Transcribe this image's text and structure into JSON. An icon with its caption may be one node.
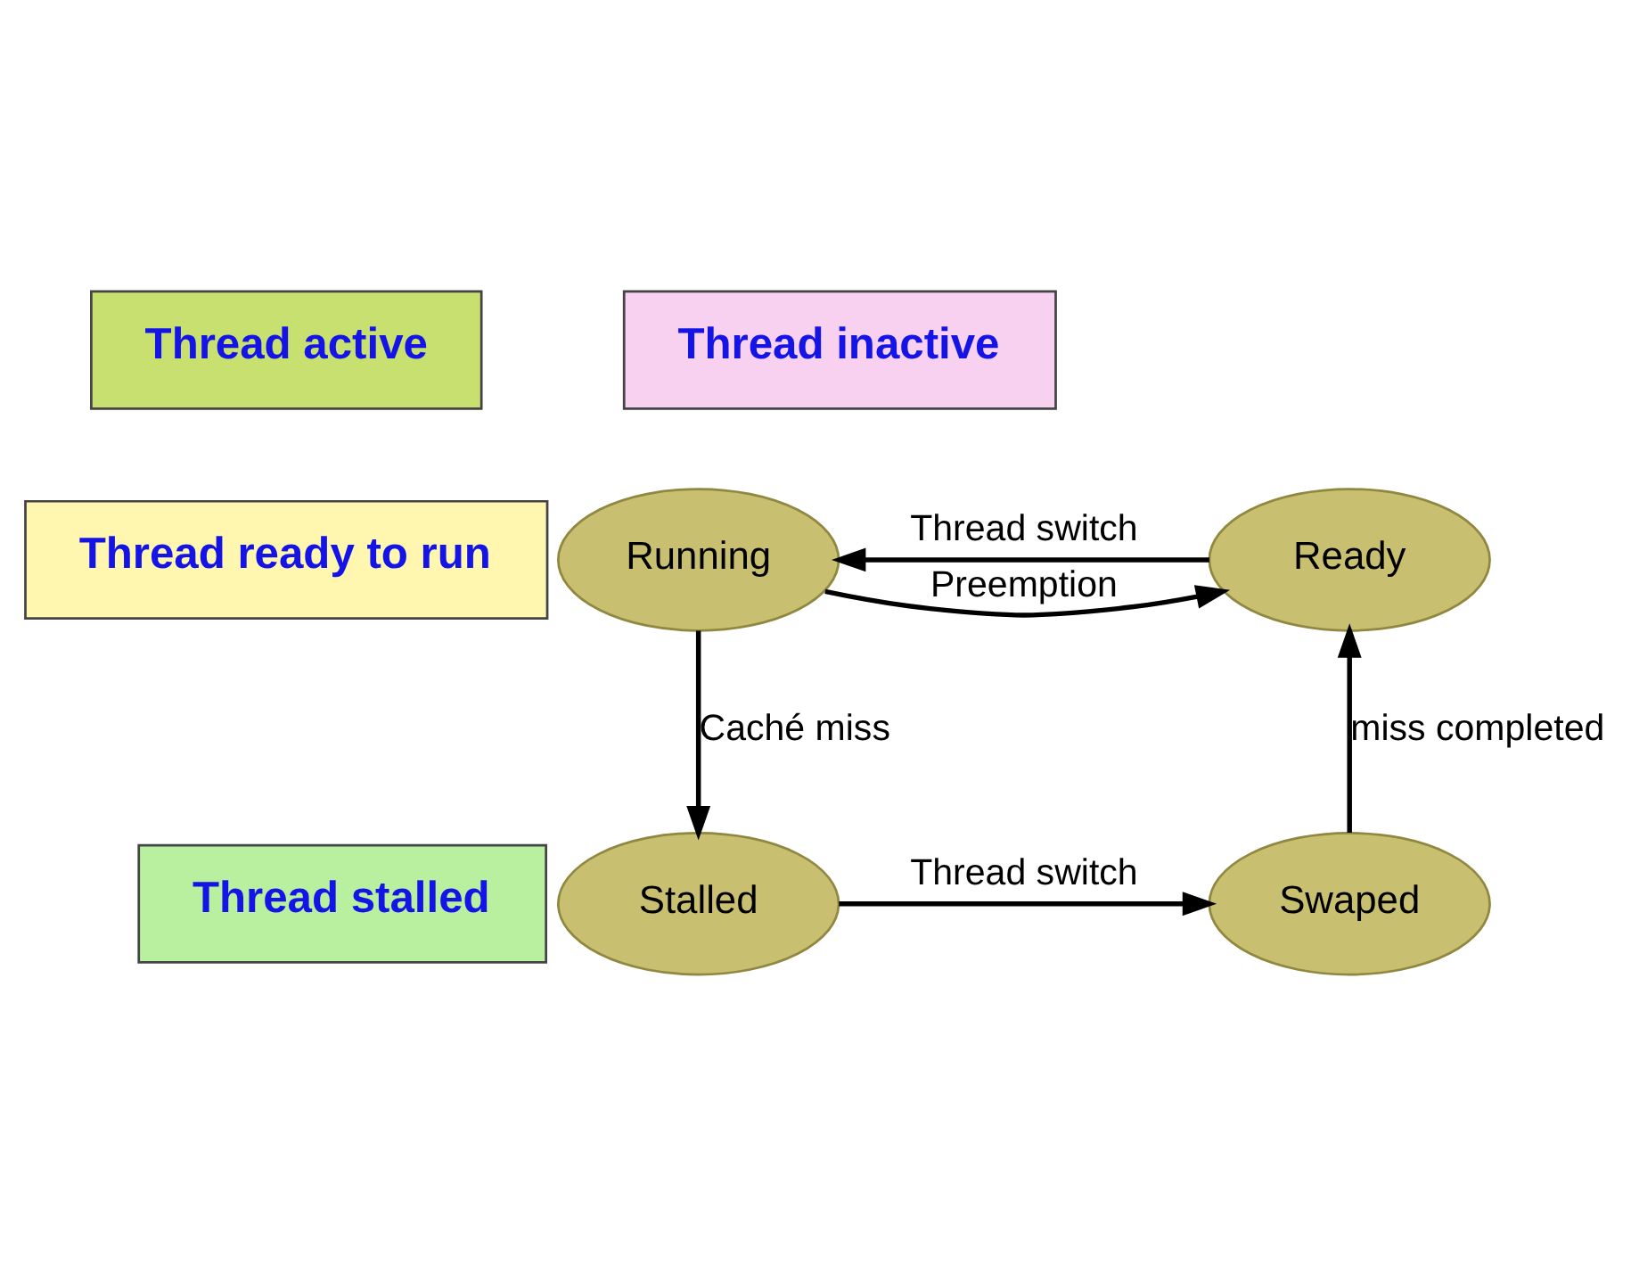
{
  "diagram": {
    "nodes": [
      {
        "text": [
          "Thread active"
        ]
      },
      {
        "text": [
          "Thread inactive"
        ]
      },
      {
        "text": [
          "Thread ready to run"
        ]
      },
      {
        "text": [
          "Thread stalled"
        ]
      },
      {
        "text": [
          "Running"
        ]
      },
      {
        "text": [
          "Ready"
        ]
      },
      {
        "text": [
          "Stalled"
        ]
      },
      {
        "text": [
          "Swaped"
        ]
      }
    ],
    "edges": [
      {
        "from": 5,
        "to": 4,
        "arrow": "to",
        "label": "Thread switch"
      },
      {
        "from": 4,
        "to": 5,
        "arrow": "to",
        "label": "Preemption"
      },
      {
        "from": 4,
        "to": 6,
        "arrow": "to",
        "label": "Caché miss"
      },
      {
        "from": 6,
        "to": 7,
        "arrow": "to",
        "label": "Thread switch"
      },
      {
        "from": 7,
        "to": 5,
        "arrow": "to",
        "label": "miss completed"
      }
    ]
  }
}
